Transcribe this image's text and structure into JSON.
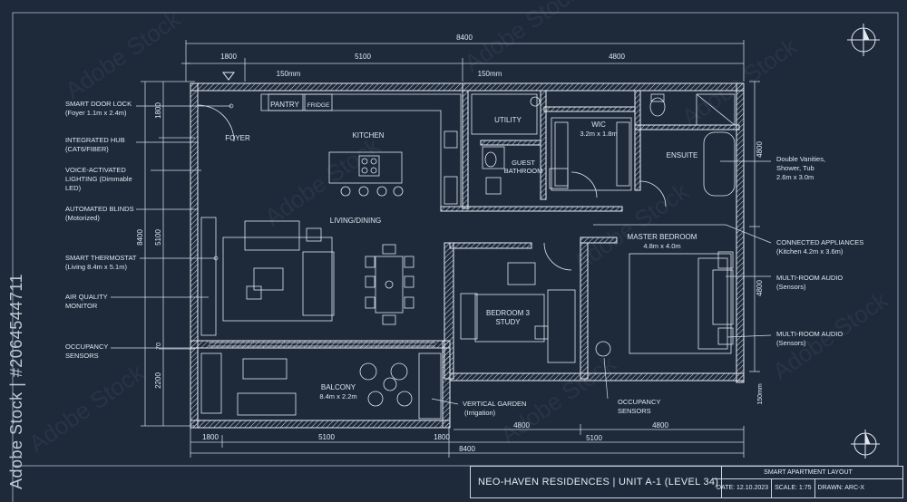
{
  "dimensions": {
    "top_overall": "8400",
    "top_segments": [
      "1800",
      "5100",
      "4800"
    ],
    "bottom_overall": "8400",
    "bottom_segments": [
      "1800",
      "5100",
      "1800"
    ],
    "bottom_mid_segments": [
      "4800",
      "5100",
      "4800"
    ],
    "left_overall": "8400",
    "left_segments": [
      "1800",
      "5100",
      "70",
      "2200"
    ],
    "right_segments": [
      "4800",
      "4800"
    ],
    "pantry_width": "150mm",
    "utility_width": "150mm",
    "bottom_right_small": "150mm"
  },
  "rooms": {
    "foyer": "FOYER",
    "pantry": "PANTRY",
    "fridge": "FRIDGE",
    "kitchen": "KITCHEN",
    "living_dining": "LIVING/DINING",
    "utility": "UTILITY",
    "wic": "WIC",
    "wic_dims": "3.2m x 1.8m",
    "guest_bath_1": "GUEST",
    "guest_bath_2": "BATHROOM",
    "ensuite": "ENSUITE",
    "master": "MASTER BEDROOM",
    "master_dims": "4.8m x 4.0m",
    "bedroom3_1": "BEDROOM 3",
    "bedroom3_2": "STUDY",
    "balcony": "BALCONY",
    "balcony_dims": "8.4m x 2.2m"
  },
  "callouts_left": [
    {
      "line1": "SMART DOOR LOCK",
      "line2": "(Foyer 1.1m x 2.4m)"
    },
    {
      "line1": "INTEGRATED HUB",
      "line2": "(CAT6/FIBER)"
    },
    {
      "line1": "VOICE-ACTIVATED",
      "line2": "LIGHTING (Dimmable",
      "line3": "LED)"
    },
    {
      "line1": "AUTOMATED BLINDS",
      "line2": "(Motorized)"
    },
    {
      "line1": "SMART THERMOSTAT",
      "line2": "(Living 8.4m x 5.1m)"
    },
    {
      "line1": "AIR QUALITY",
      "line2": "MONITOR"
    },
    {
      "line1": "OCCUPANCY",
      "line2": "SENSORS"
    }
  ],
  "callouts_right": [
    {
      "line1": "Double Vanities,",
      "line2": "Shower, Tub",
      "line3": "2.6m x 3.0m"
    },
    {
      "line1": "CONNECTED APPLIANCES",
      "line2": "(Kitchen 4.2m x 3.6m)"
    },
    {
      "line1": "MULTI-ROOM AUDIO",
      "line2": "(Sensors)"
    },
    {
      "line1": "MULTI-ROOM AUDIO",
      "line2": "(Sensors)"
    }
  ],
  "callouts_bottom": {
    "garden_1": "VERTICAL GARDEN",
    "garden_2": "(Irrigation)",
    "occ_1": "OCCUPANCY",
    "occ_2": "SENSORS"
  },
  "title_block": {
    "project": "NEO-HAVEN RESIDENCES  |  UNIT A-1 (LEVEL 34)",
    "sheet_title": "SMART APARTMENT LAYOUT",
    "date": "DATE: 12.10.2023",
    "scale": "SCALE: 1:75",
    "drawn": "DRAWN: ARC-X"
  },
  "stock_id": "Adobe Stock | #2064544711",
  "watermark": "Adobe Stock",
  "colors": {
    "background": "#1e2a3a",
    "lines": "#d5dde7",
    "walls": "#e8eef5"
  }
}
